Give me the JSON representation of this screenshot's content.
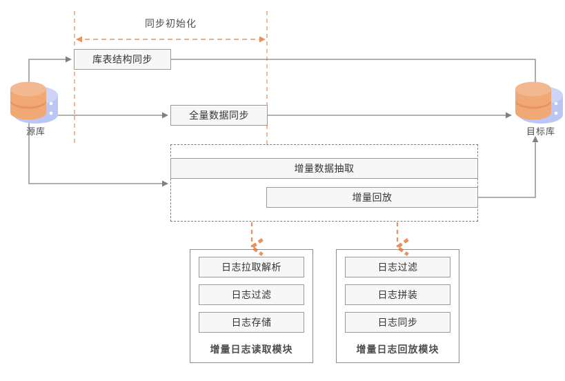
{
  "diagram": {
    "title_phase": "同步初始化",
    "colors": {
      "accent_orange": "#e8915c",
      "box_fill": "#f7f7f7",
      "box_border": "#999999",
      "line_gray": "#808080",
      "text_dark": "#333333",
      "text_muted": "#4d4d4d",
      "db_front": "#f0a875",
      "db_back": "#bcc6f5"
    },
    "source_db": {
      "label": "源库",
      "icon": "database-icon"
    },
    "target_db": {
      "label": "目标库",
      "icon": "database-icon"
    },
    "pipeline_boxes": [
      {
        "id": "schema-sync",
        "label": "库表结构同步"
      },
      {
        "id": "full-data-sync",
        "label": "全量数据同步"
      },
      {
        "id": "incremental-extract",
        "label": "增量数据抽取"
      },
      {
        "id": "incremental-replay",
        "label": "增量回放"
      }
    ],
    "modules": [
      {
        "id": "log-read-module",
        "title": "增量日志读取模块",
        "steps": [
          {
            "label": "日志拉取解析"
          },
          {
            "label": "日志过滤"
          },
          {
            "label": "日志存储"
          }
        ]
      },
      {
        "id": "log-replay-module",
        "title": "增量日志回放模块",
        "steps": [
          {
            "label": "日志过滤"
          },
          {
            "label": "日志拼装"
          },
          {
            "label": "日志同步"
          }
        ]
      }
    ]
  }
}
